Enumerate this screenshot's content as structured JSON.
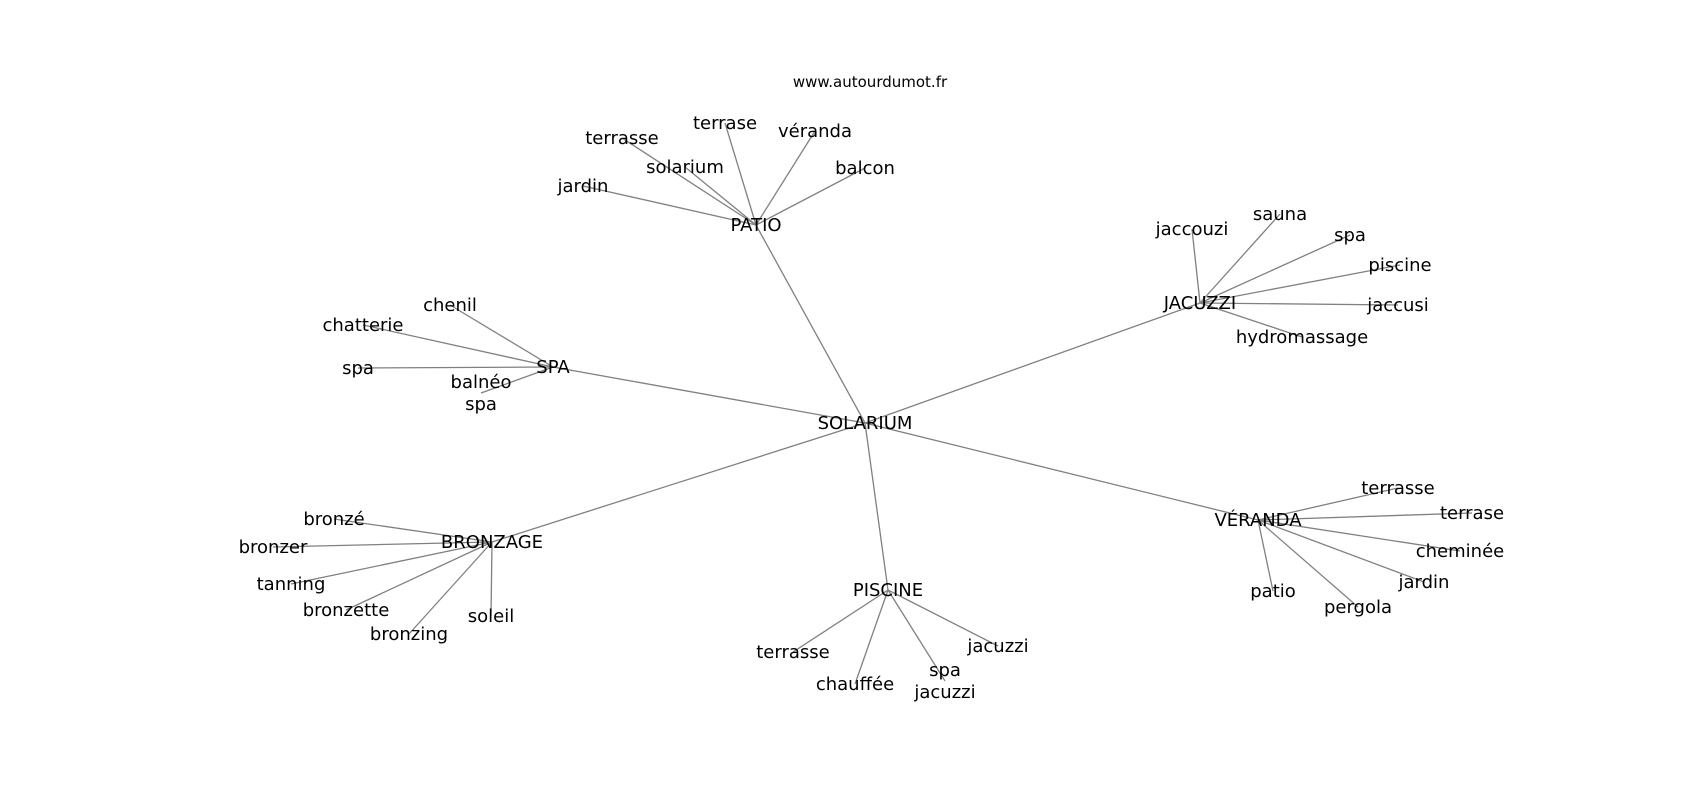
{
  "source": "www.autourdumot.fr",
  "colors": {
    "edge": "#808080",
    "text": "#000000",
    "background": "#ffffff"
  },
  "graph": {
    "center": "SOLARIUM",
    "groups": [
      {
        "label": "PATIO",
        "children": [
          "terrasse",
          "terrase",
          "véranda",
          "solarium",
          "balcon",
          "jardin"
        ]
      },
      {
        "label": "JACUZZI",
        "children": [
          "jaccouzi",
          "sauna",
          "spa",
          "piscine",
          "jaccusi",
          "hydromassage"
        ]
      },
      {
        "label": "SPA",
        "children": [
          "chenil",
          "chatterie",
          "spa",
          "balnéo\nspa"
        ]
      },
      {
        "label": "VÉRANDA",
        "children": [
          "terrasse",
          "terrase",
          "cheminée",
          "jardin",
          "patio",
          "pergola"
        ]
      },
      {
        "label": "BRONZAGE",
        "children": [
          "bronzé",
          "bronzer",
          "tanning",
          "bronzette",
          "bronzing",
          "soleil"
        ]
      },
      {
        "label": "PISCINE",
        "children": [
          "terrasse",
          "chauffée",
          "spa\njacuzzi",
          "jacuzzi"
        ]
      }
    ]
  }
}
